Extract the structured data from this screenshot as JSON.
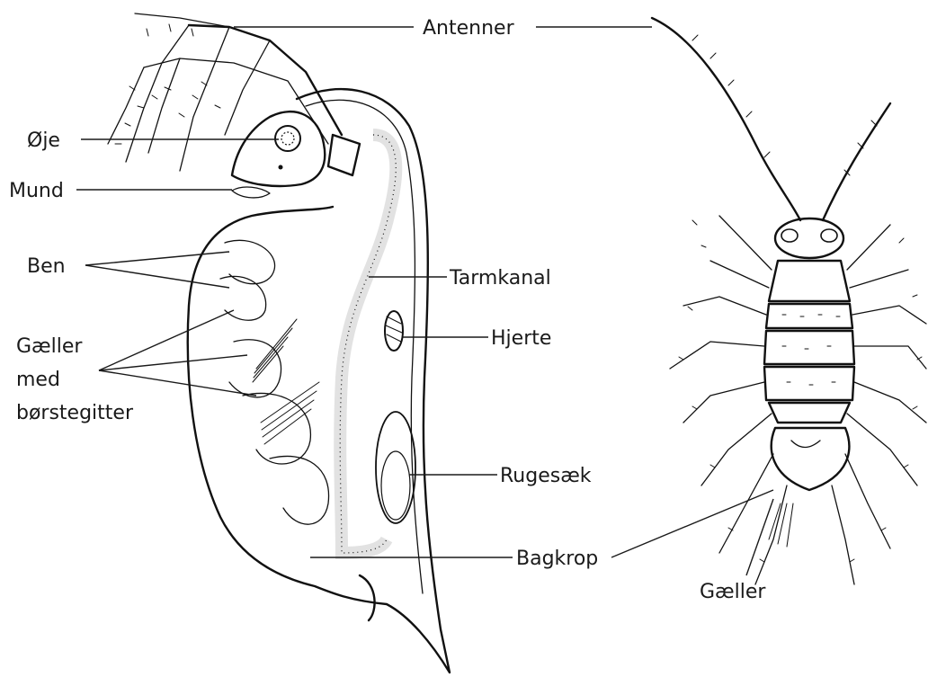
{
  "labels": {
    "antenner": "Antenner",
    "oje": "Øje",
    "mund": "Mund",
    "ben": "Ben",
    "gaeller_line1": "Gæller",
    "gaeller_line2": "med",
    "gaeller_line3": "børstegitter",
    "tarmkanal": "Tarmkanal",
    "hjerte": "Hjerte",
    "rugesaek": "Rugesæk",
    "bagkrop": "Bagkrop",
    "gaeller_right": "Gæller"
  }
}
